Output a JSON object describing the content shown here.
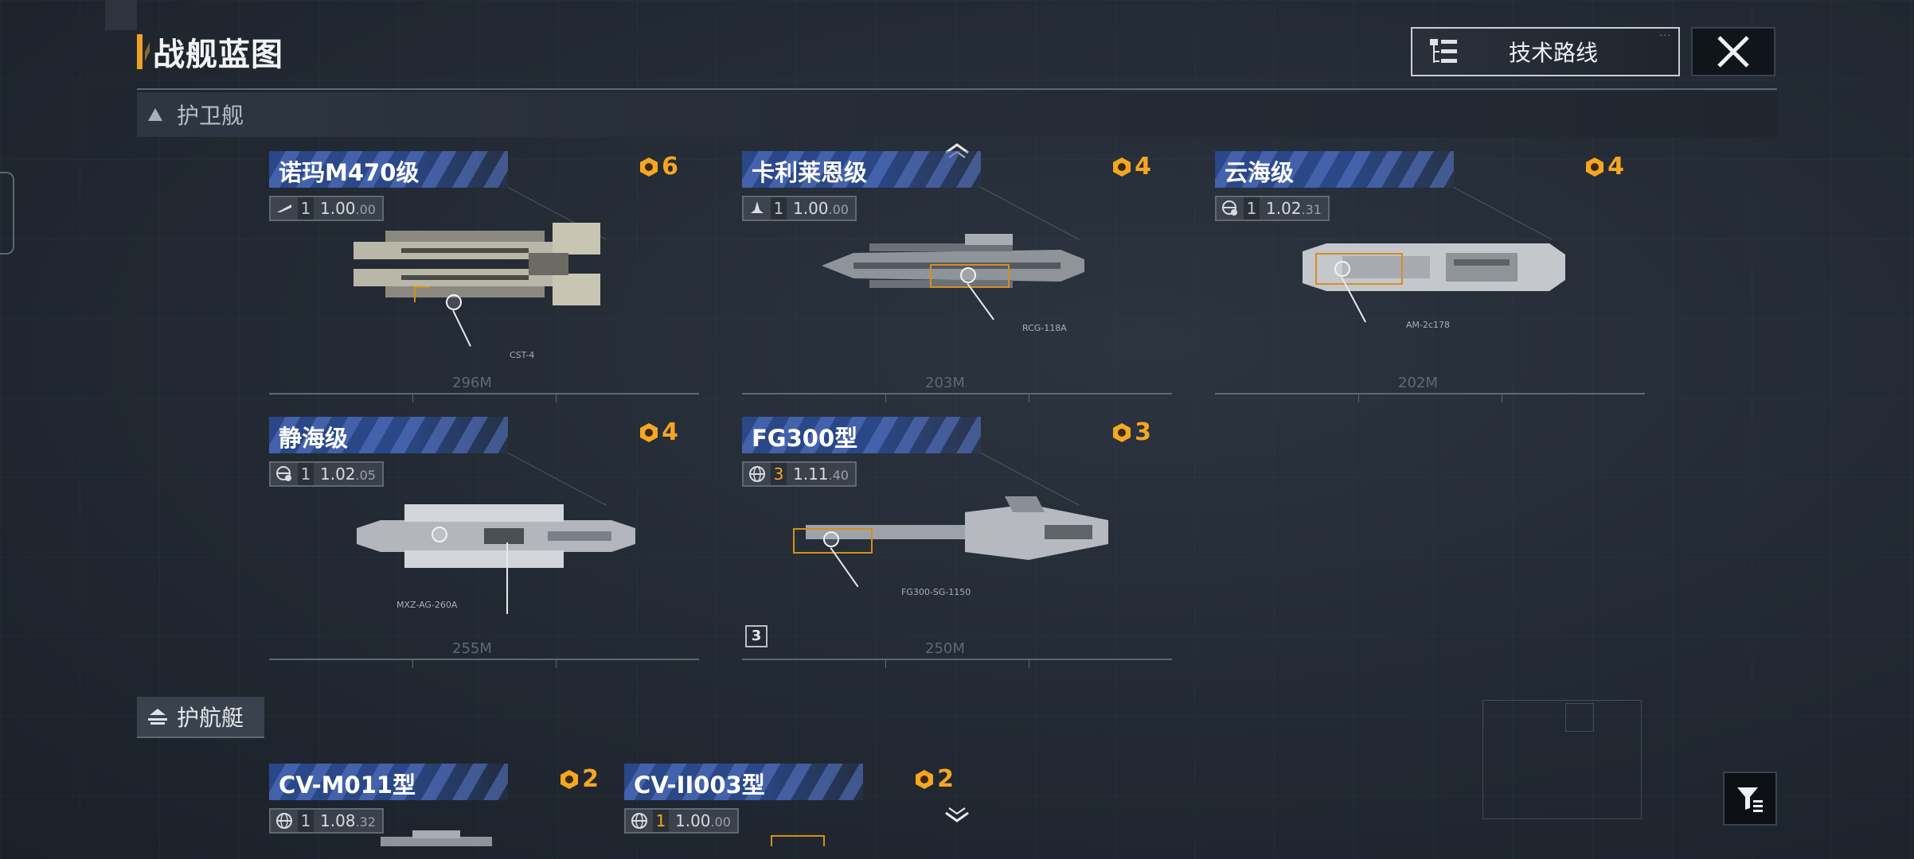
{
  "header": {
    "title": "战舰蓝图",
    "tech_route_label": "技术路线",
    "tech_route_icon": "tree-list-icon",
    "close_icon": "close-x-icon"
  },
  "sections": [
    {
      "label": "护卫舰",
      "cards": [
        {
          "name": "诺玛M470级",
          "cost": "6",
          "type_icon": "speed-icon",
          "tier": "1",
          "version": "1.00",
          "version_sub": ".00",
          "length": "296M",
          "weapon": "CST-4"
        },
        {
          "name": "卡利莱恩级",
          "cost": "4",
          "type_icon": "fighter-icon",
          "tier": "1",
          "version": "1.00",
          "version_sub": ".00",
          "length": "203M",
          "weapon": "RCG-118A"
        },
        {
          "name": "云海级",
          "cost": "4",
          "type_icon": "globe-gear-icon",
          "tier": "1",
          "version": "1.02",
          "version_sub": ".31",
          "length": "202M",
          "weapon": "AM-2c178"
        },
        {
          "name": "静海级",
          "cost": "4",
          "type_icon": "globe-gear-icon",
          "tier": "1",
          "version": "1.02",
          "version_sub": ".05",
          "length": "255M",
          "weapon": "MXZ-AG-260A"
        },
        {
          "name": "FG300型",
          "cost": "3",
          "type_icon": "globe-icon",
          "tier": "3",
          "version": "1.11",
          "version_sub": ".40",
          "length": "250M",
          "weapon": "FG300-SG-1150",
          "badge": "3"
        }
      ]
    },
    {
      "label": "护航艇",
      "cards": [
        {
          "name": "CV-M011型",
          "cost": "2",
          "type_icon": "globe-icon",
          "tier": "1",
          "version": "1.08",
          "version_sub": ".32"
        },
        {
          "name": "CV-II003型",
          "cost": "2",
          "type_icon": "globe-icon",
          "tier": "1",
          "version": "1.00",
          "version_sub": ".00"
        }
      ]
    }
  ],
  "colors": {
    "accent": "#f5a623",
    "plate": "#2a4788",
    "bg": "#222932"
  }
}
